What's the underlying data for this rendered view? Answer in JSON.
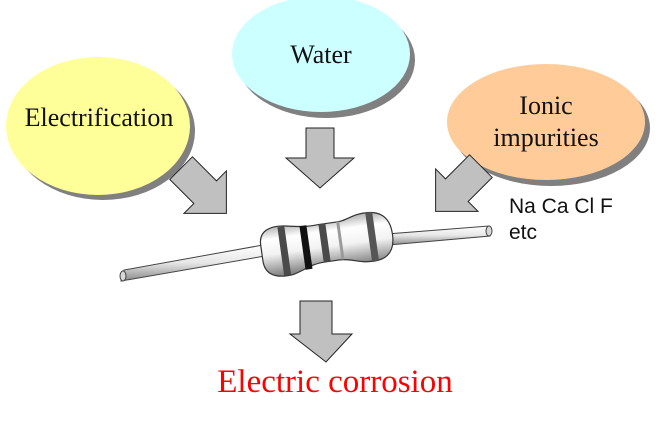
{
  "diagram": {
    "title": "Causes of electric corrosion",
    "causes": [
      {
        "id": "electrification",
        "label": "Electrification",
        "color": "#ffff99"
      },
      {
        "id": "water",
        "label": "Water",
        "color": "#ccffff"
      },
      {
        "id": "ionic-impurities",
        "label_line1": "Ionic",
        "label_line2": "impurities",
        "color": "#ffcc99"
      }
    ],
    "ions_note": {
      "line1": "Na Ca Cl F",
      "line2": "etc"
    },
    "component": "resistor",
    "result": {
      "label": "Electric corrosion",
      "color": "#ff0000"
    },
    "arrow_color": "#c0c0c0",
    "shadow_color": "#808080"
  }
}
